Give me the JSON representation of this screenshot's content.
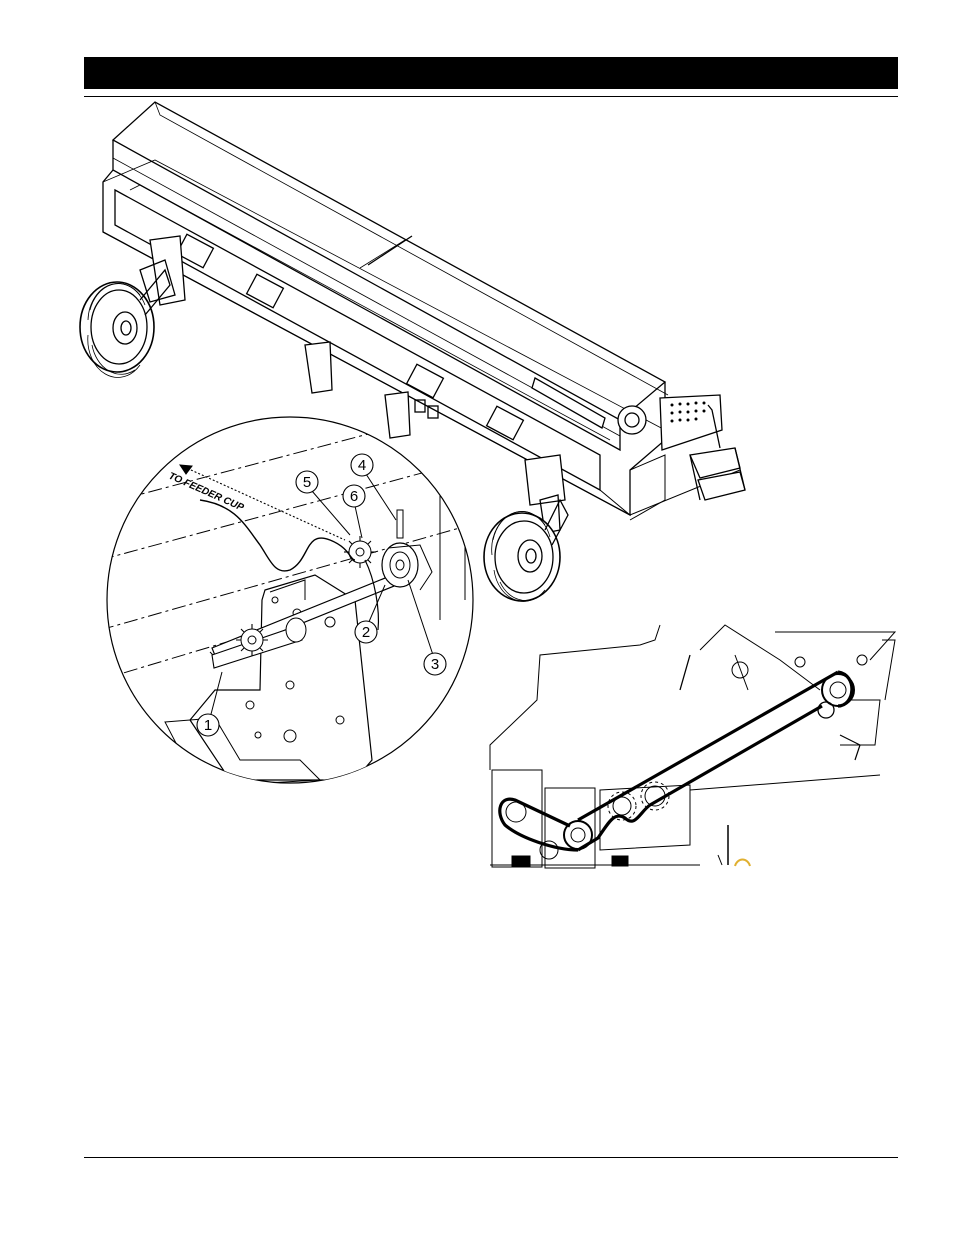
{
  "document": {
    "header_title": "",
    "footer_text": ""
  },
  "detail_view": {
    "direction_label": "TO FEEDER CUP",
    "callouts": [
      "1",
      "2",
      "3",
      "4",
      "5",
      "6"
    ]
  },
  "icons": {
    "machine": "seeder-drill-illustration",
    "detail": "drive-shaft-detail-illustration",
    "chain": "chain-routing-illustration"
  }
}
